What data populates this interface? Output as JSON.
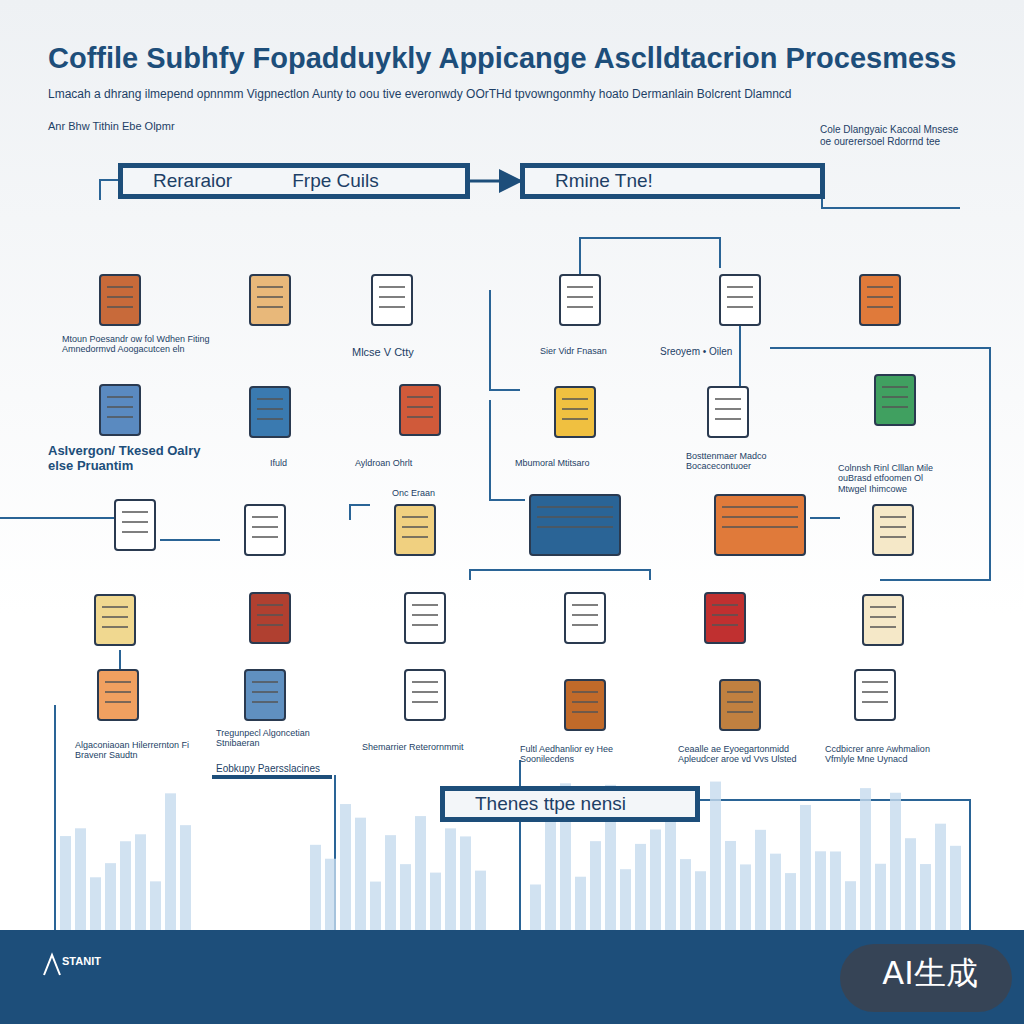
{
  "diagram": {
    "title": "Coffile Subhfy Fopadduykly Appicange Asclldtacrion Procesmess",
    "nodes": [
      {
        "text": [
          "Reraraior",
          "Frpe Cuils"
        ]
      },
      {
        "text": [
          "Rmine Tne!"
        ]
      },
      {
        "text": [
          "Thenes ttpe nensi"
        ]
      },
      {
        "text": [
          "Eobkupy Paersslacines"
        ]
      }
    ],
    "edges": [
      {
        "from": 0,
        "to": 1,
        "arrow": "to"
      }
    ],
    "labels": [
      "Lmacah a dhrang ilmepend opnnmm Vigpnectlon Aunty to oou tive everonwdy OOrTHd tpvowngonmhy hoato Dermanlain Bolcrent Dlamncd",
      "Anr Bhw Tithin Ebe Olpmr",
      "Cole Dlangyaic Kacoal Mnsese oe ourerersoel Rdorrnd tee",
      "Mtoun Poesandr ow fol Wdhen Fiting Amnedormvd Aoogacutcen eln",
      "Mlcse V Ctty",
      "Sier Vidr Fnasan",
      "Sreoyem • Oilen",
      "Aslvergon/ Tkesed Oalry else Pruantim",
      "Ifuld",
      "Ayldroan Ohrlt",
      "Mbumoral Mtitsaro",
      "Bosttenmaer Madco Bocacecontuoer",
      "Colnnsh Rinl Clllan Mile ouBrasd etfoomen Ol Mtwgel Ihimcowe",
      "Onc Eraan",
      "Algaconiaoan Hilerrernton Fi Bravenr Saudtn",
      "Tregunpecl Algoncetian Stnibaeran",
      "Shemarrier Reterornmmit",
      "Fultl Aedhanlior ey Hee Soonilecdens",
      "Ceaalle ae Eyoegartonmidd Apleudcer aroe vd Vvs Ulsted",
      "Ccdbicrer anre Awhmalion Vfmlyle Mne Uynacd",
      "STANIT",
      "AI生成"
    ]
  }
}
